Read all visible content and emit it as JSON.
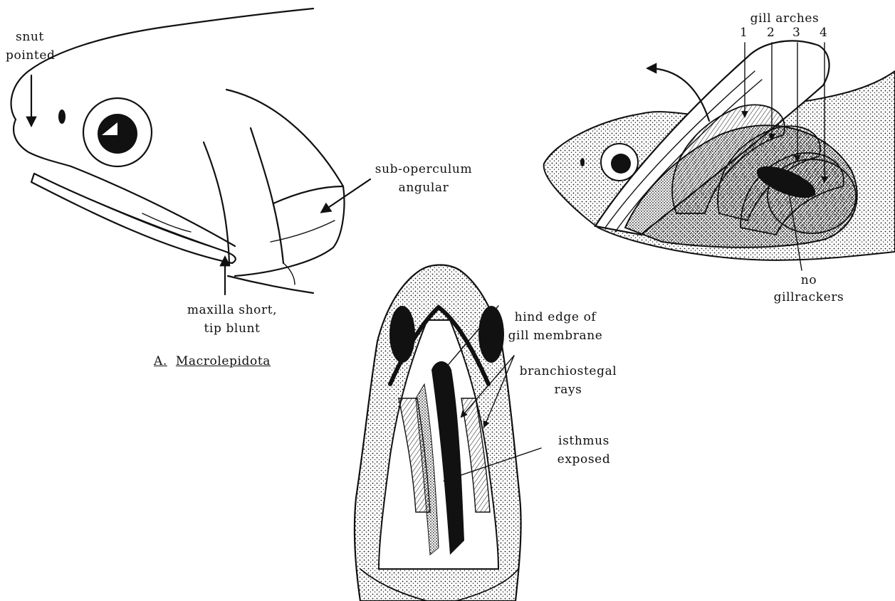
{
  "panel_a": {
    "label_snut": "snut",
    "label_pointed": "pointed",
    "label_suboperculum": "sub-operculum",
    "label_angular": "angular",
    "label_maxilla_1": "maxilla  short,",
    "label_maxilla_2": "tip  blunt",
    "caption_letter": "A.",
    "caption_name": "Macrolepidota"
  },
  "panel_gills": {
    "label_gill_arches": "gill  arches",
    "arch_numbers": [
      "1",
      "2",
      "3",
      "4"
    ],
    "label_no": "no",
    "label_gillrackers": "gillrackers"
  },
  "panel_ventral": {
    "label_hind_edge_1": "hind  edge  of",
    "label_hind_edge_2": "gill  membrane",
    "label_branchiostegal_1": "branchiostegal",
    "label_branchiostegal_2": "rays",
    "label_isthmus_1": "isthmus",
    "label_isthmus_2": "exposed"
  }
}
